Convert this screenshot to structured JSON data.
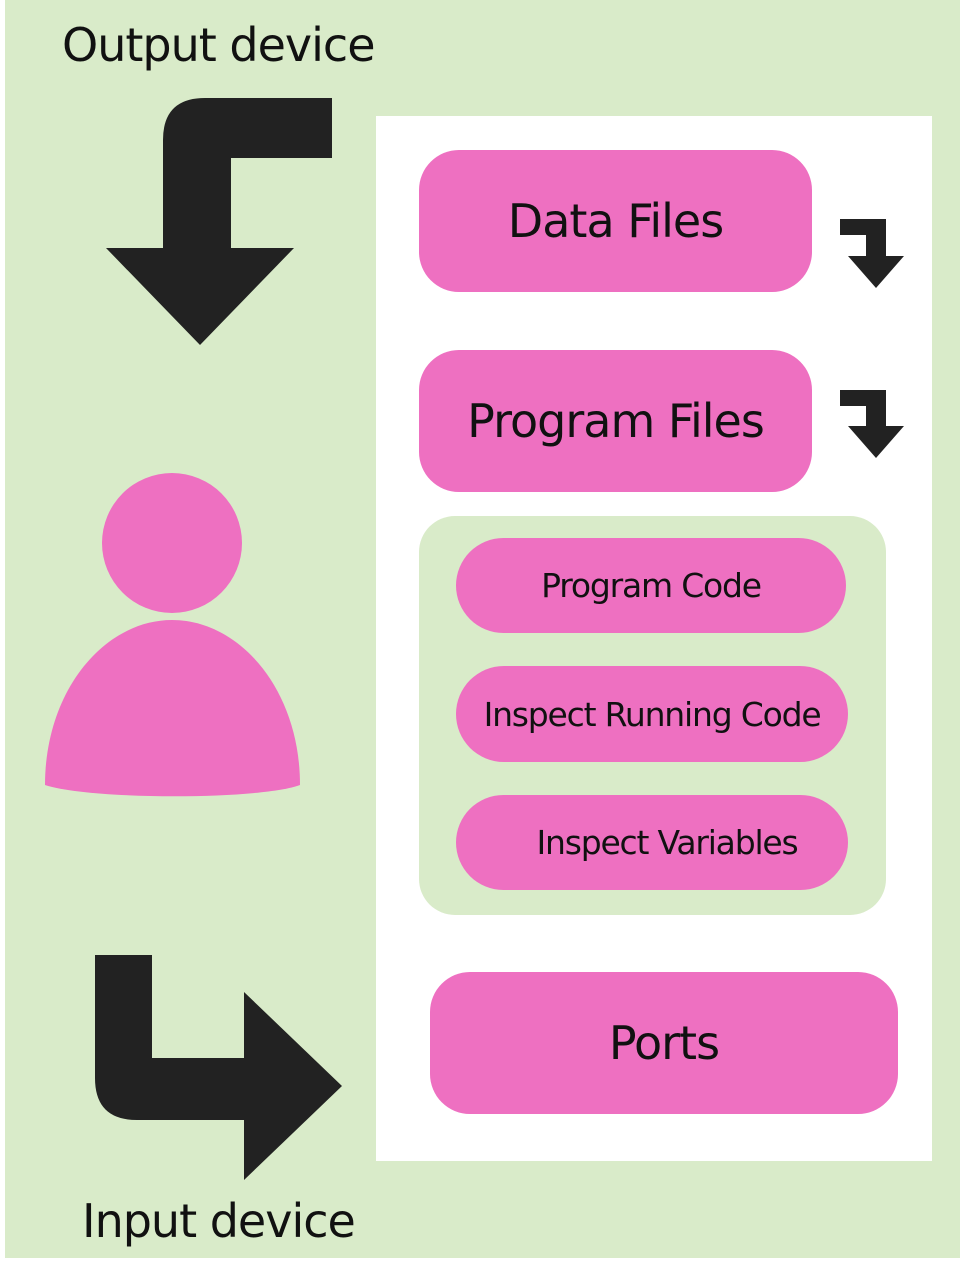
{
  "labels": {
    "output_device": "Output device",
    "input_device": "Input device"
  },
  "boxes": {
    "data_files": "Data Files",
    "program_files": "Program Files",
    "program_code": "Program Code",
    "inspect_running_code": "Inspect Running Code",
    "inspect_variables": "Inspect Variables",
    "ports": "Ports"
  },
  "icons": {
    "person": "person-icon",
    "output_arrow": "bent-arrow-down-icon",
    "input_arrow": "bent-arrow-right-icon",
    "small_arrow": "turn-down-arrow-icon"
  },
  "colors": {
    "background_green": "#d9ebc9",
    "panel_white": "#ffffff",
    "box_pink": "#ee70c1",
    "arrow_dark": "#222222",
    "text": "#111111"
  }
}
